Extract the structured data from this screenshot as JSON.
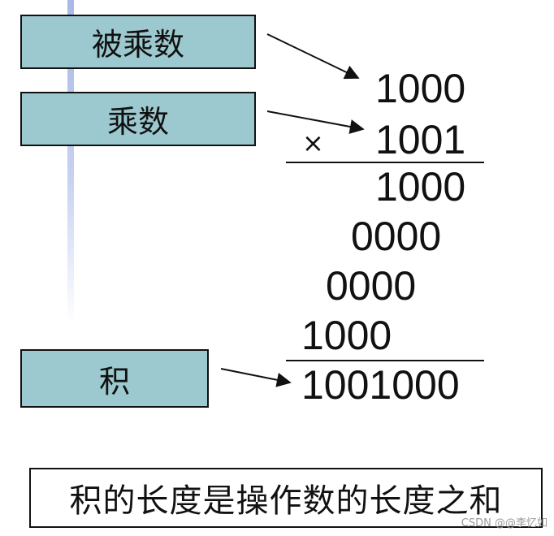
{
  "labels": {
    "multiplicand": "被乘数",
    "multiplier": "乘数",
    "product": "积"
  },
  "calculation": {
    "multiplicand": "1000",
    "operator": "×",
    "multiplier": "1001",
    "partial_products": [
      "1000",
      "0000",
      "0000",
      "1000"
    ],
    "product": "1001000"
  },
  "conclusion": "积的长度是操作数的长度之和",
  "watermark": "CSDN @@李忆如"
}
